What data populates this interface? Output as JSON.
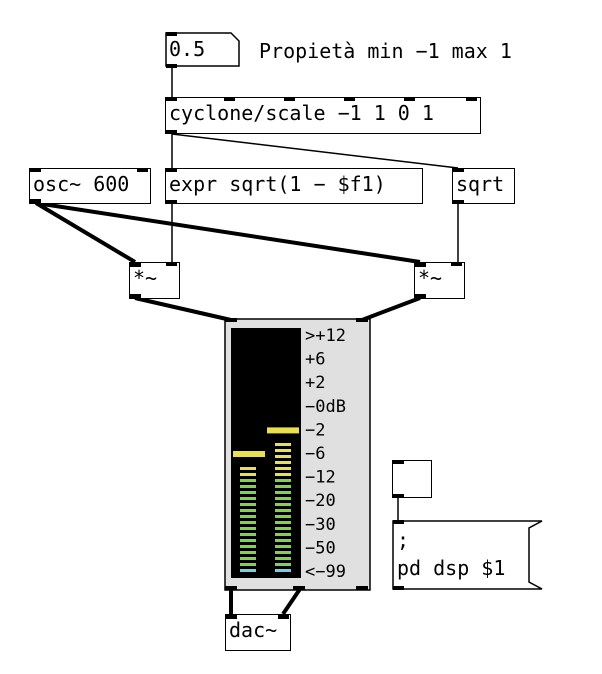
{
  "number_box": {
    "value": "0.5"
  },
  "comment": {
    "text": "Propietà min −1 max 1"
  },
  "objects": {
    "scale": "cyclone/scale −1 1 0 1",
    "osc": "osc~ 600",
    "expr": "expr sqrt(1 − $f1)",
    "sqrt": "sqrt",
    "mul_left": "*~",
    "mul_right": "*~",
    "dac": "dac~"
  },
  "message": {
    "line1": ";",
    "line2": "pd dsp $1"
  },
  "vu_meter": {
    "scale_labels": [
      ">+12",
      "+6",
      "+2",
      "−0dB",
      "−2",
      "−6",
      "−12",
      "−20",
      "−30",
      "−50",
      "<−99"
    ],
    "peak_left_db": -6,
    "peak_right_db": -2,
    "level_left_db": -9,
    "level_right_db": -4,
    "colors": {
      "background": "#e0e0e0",
      "meter_bg": "#000000",
      "green": "#7fd44a",
      "yellow": "#e8e050",
      "cyan": "#6fd3e6"
    }
  },
  "toggle": {
    "state": "off"
  }
}
